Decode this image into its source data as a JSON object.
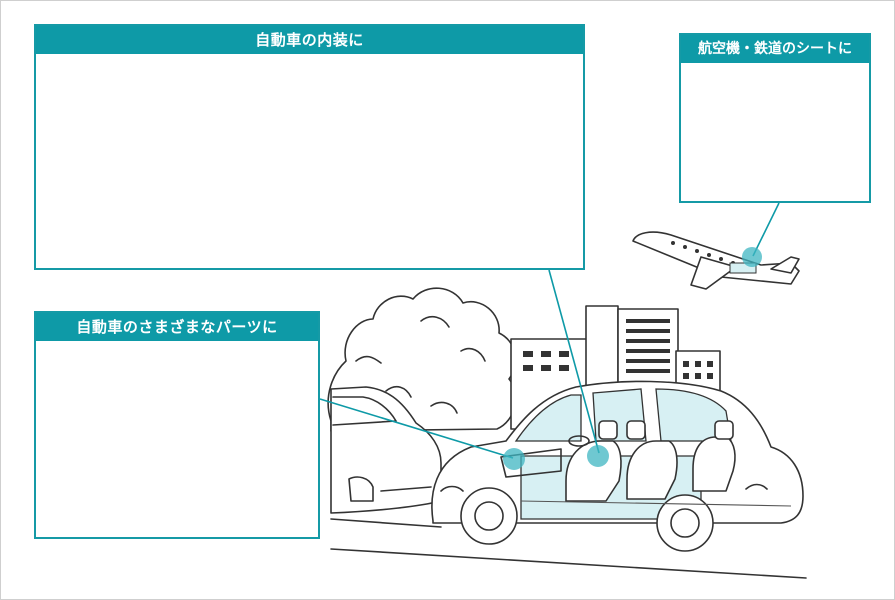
{
  "panels": {
    "interior": {
      "title": "自動車の内装に"
    },
    "parts": {
      "title": "自動車のさまざまなパーツに"
    },
    "seats": {
      "title": "航空機・鉄道のシートに"
    }
  },
  "colors": {
    "accent": "#0e9aa7",
    "highlight": "#3fb6c2",
    "interior_fill": "#d7f0f3",
    "line_art": "#333333",
    "frame_border": "#cfcfcf"
  },
  "illustration": {
    "elements": [
      "trees",
      "buildings",
      "taxi-car",
      "parked-car",
      "airplane",
      "road"
    ]
  }
}
